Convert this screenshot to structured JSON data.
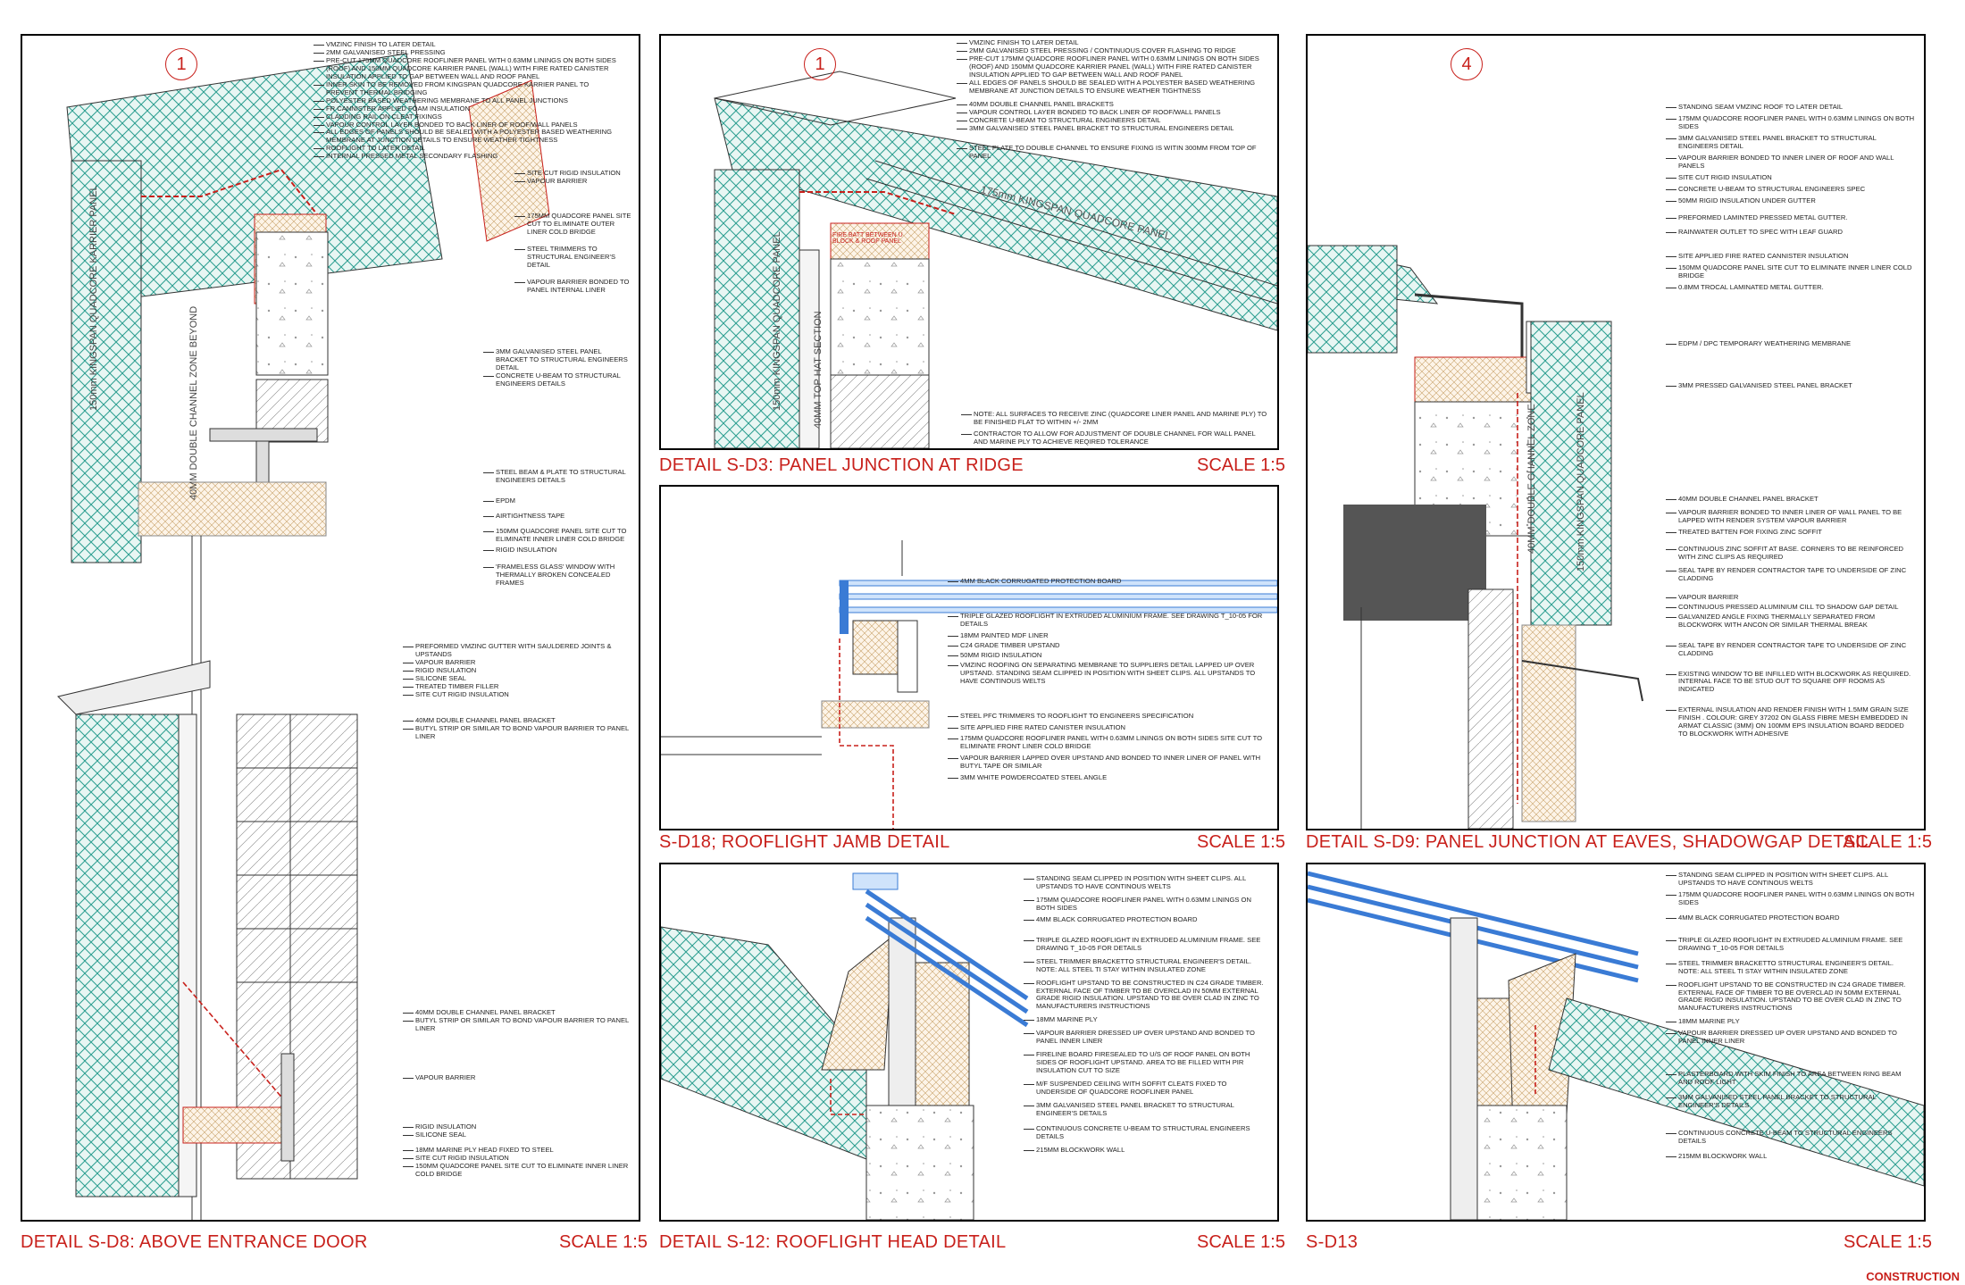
{
  "footer_stamp": "CONSTRUCTION",
  "panels": {
    "sd8": {
      "caption": "DETAIL S-D8: ABOVE ENTRANCE DOOR",
      "scale": "SCALE 1:5",
      "grid_ref": "1",
      "vertical_labels": [
        "150mm KINGSPAN QUADCORE KARRIER PANEL",
        "40MM DOUBLE CHANNEL ZONE BEYOND"
      ],
      "notes_top": [
        "VMZINC FINISH TO LATER DETAIL",
        "2MM GALVANISED STEEL PRESSING",
        "PRE-CUT 175mm QUADCORE ROOFLINER PANEL WITH 0.63mm LININGS ON BOTH SIDES (ROOF) AND 150MM QUADCORE KARRIER PANEL (WALL) WITH FIRE RATED CANISTER INSULATION APPLIED TO GAP BETWEEN WALL AND ROOF PANEL",
        "INNER SKIN TO BE REMOVED FROM KINGSPAN QUADCORE KARRIER PANEL TO PREVENT THERMAL BRIDGING",
        "POLYESTER BASED WEATHERING MEMBRANE TO ALL PANEL JUNCTIONS",
        "FR CANNISTER APPLIED FOAM INSULATION",
        "CLADDING RAIL ON CLEAT FIXINGS",
        "VAPOUR CONTROL LAYER BONDED TO BACK LINER OF ROOF/WALL PANELS",
        "ALL EDGES OF PANELS SHOULD BE SEALED WITH A POLYESTER BASED WEATHERING MEMBRANE AT JUNCTION DETAILS TO ENSURE WEATHER TIGHTNESS",
        "ROOFLIGHT TO LATER DETAIL",
        "INTERNAL PRESSED METAL SECONDARY FLASHING"
      ],
      "notes_right": [
        "SITE CUT RIGID INSULATION",
        "VAPOUR BARRIER",
        "175mm QUADCORE PANEL SITE CUT TO ELIMINATE OUTER LINER COLD BRIDGE",
        "STEEL TRIMMERS TO STRUCTURAL ENGINEER'S DETAIL",
        "VAPOUR BARRIER BONDED TO PANEL INTERNAL LINER"
      ],
      "notes_mid": [
        "3MM GALVANISED STEEL PANEL BRACKET TO STRUCTURAL ENGINEERS DETAIL",
        "CONCRETE U-BEAM TO STRUCTURAL ENGINEERS DETAILS",
        "STEEL BEAM & PLATE TO STRUCTURAL ENGINEERS DETAILS",
        "EPDM",
        "AIRTIGHTNESS TAPE",
        "150mm QUADCORE PANEL SITE CUT TO ELIMINATE INNER LINER COLD BRIDGE",
        "RIGID INSULATION",
        "'FRAMELESS GLASS' WINDOW WITH THERMALLY BROKEN CONCEALED FRAMES"
      ],
      "notes_lower": [
        "PREFORMED VMZINC GUTTER WITH SAULDERED JOINTS & UPSTANDS",
        "VAPOUR BARRIER",
        "RIGID INSULATION",
        "SILICONE SEAL",
        "TREATED TIMBER FILLER",
        "SITE CUT RIGID INSULATION",
        "40MM DOUBLE CHANNEL PANEL BRACKET",
        "BUTYL STRIP OR SIMILAR TO BOND VAPOUR BARRIER TO PANEL LINER"
      ],
      "notes_bottom": [
        "40MM DOUBLE CHANNEL PANEL BRACKET",
        "BUTYL STRIP OR SIMILAR TO BOND VAPOUR BARRIER TO PANEL LINER",
        "VAPOUR BARRIER",
        "RIGID INSULATION",
        "SILICONE SEAL",
        "18MM MARINE PLY HEAD FIXED TO STEEL",
        "SITE CUT RIGID INSULATION",
        "150mm QUADCORE PANEL SITE CUT TO ELIMINATE INNER LINER COLD BRIDGE"
      ]
    },
    "sd3": {
      "caption": "DETAIL S-D3: PANEL JUNCTION AT RIDGE",
      "scale": "SCALE 1:5",
      "grid_ref": "1",
      "vertical_labels": [
        "150mm KINGSPAN QUADCORE PANEL",
        "40MM TOP HAT SECTION"
      ],
      "panel_label": "175mm KINGSPAN QUADCORE PANEL",
      "fire_label": "FIRE BATT BETWEEN U BLOCK & ROOF PANEL",
      "notes": [
        "VMZINC FINISH TO LATER DETAIL",
        "2MM GALVANISED STEEL PRESSING / CONTINUOUS COVER FLASHING TO RIDGE",
        "PRE-CUT 175mm QUADCORE ROOFLINER PANEL WITH 0.63mm LININGS ON BOTH SIDES (ROOF) AND 150MM QUADCORE KARRIER PANEL (WALL) WITH FIRE RATED CANISTER INSULATION APPLIED TO GAP BETWEEN WALL AND ROOF PANEL",
        "ALL EDGES OF PANELS SHOULD BE SEALED WITH A POLYESTER BASED WEATHERING MEMBRANE AT JUNCTION DETAILS TO ENSURE WEATHER TIGHTNESS",
        "40MM DOUBLE CHANNEL PANEL BRACKETS",
        "VAPOUR CONTROL LAYER BONDED TO BACK LINER OF ROOF/WALL PANELS",
        "CONCRETE U-BEAM TO STRUCTURAL ENGINEERS DETAIL",
        "3MM GALVANISED STEEL PANEL BRACKET TO STRUCTURAL ENGINEERS DETAIL",
        "STEEL PLATE TO DOUBLE CHANNEL TO ENSURE FIXING IS WITIN 300mm FROM TOP OF PANEL"
      ],
      "note_bottom": [
        "NOTE: ALL SURFACES TO RECEIVE ZINC (QUADCORE LINER PANEL AND MARINE PLY) TO BE FINISHED FLAT TO WITHIN +/- 2MM",
        "CONTRACTOR TO ALLOW FOR ADJUSTMENT OF DOUBLE CHANNEL FOR WALL PANEL AND MARINE PLY TO ACHIEVE REQIRED TOLERANCE"
      ]
    },
    "sd18": {
      "caption": "S-D18; ROOFLIGHT JAMB DETAIL",
      "scale": "SCALE 1:5",
      "notes": [
        "4MM BLACK CORRUGATED PROTECTION BOARD",
        "TRIPLE GLAZED ROOFLIGHT IN EXTRUDED ALUMINIUM FRAME. SEE DRAWING T_10-05 FOR DETAILS",
        "18mm PAINTED MDF LINER",
        "C24 GRADE TIMBER UPSTAND",
        "50MM RIGID INSULATION",
        "VMZINC ROOFING ON SEPARATING MEMBRANE TO SUPPLIERS DETAIL LAPPED UP OVER UPSTAND. STANDING SEAM CLIPPED IN POSITION WITH SHEET CLIPS. ALL UPSTANDS TO HAVE CONTINOUS WELTS",
        "STEEL PFC TRIMMERS TO ROOFLIGHT TO ENGINEERS SPECIFICATION",
        "SITE APPLIED FIRE RATED CANISTER INSULATION",
        "175mm QUADCORE ROOFLINER PANEL WITH 0.63mm LININGS ON BOTH SIDES SITE CUT TO ELIMINATE FRONT LINER COLD BRIDGE",
        "VAPOUR BARRIER LAPPED OVER UPSTAND AND BONDED TO INNER LINER OF PANEL WITH BUTYL TAPE OR SIMILAR",
        "3MM WHITE POWDERCOATED STEEL ANGLE"
      ]
    },
    "s12": {
      "caption": "DETAIL S-12:  ROOFLIGHT HEAD DETAIL",
      "scale": "SCALE 1:5",
      "notes": [
        "STANDING SEAM CLIPPED IN POSITION WITH SHEET CLIPS. ALL UPSTANDS TO HAVE CONTINOUS WELTS",
        "175mm QUADCORE ROOFLINER PANEL WITH 0.63mm LININGS ON BOTH SIDES",
        "4MM BLACK CORRUGATED PROTECTION BOARD",
        "TRIPLE GLAZED ROOFLIGHT IN EXTRUDED ALUMINIUM FRAME. SEE DRAWING T_10-05 FOR DETAILS",
        "STEEL TRIMMER BRACKETTO STRUCTURAL ENGINEER'S DETAIL. NOTE: ALL STEEL TI STAY WITHIN INSULATED ZONE",
        "ROOFLIGHT UPSTAND TO BE CONSTRUCTED IN C24 GRADE TIMBER. EXTERNAL FACE OF TIMBER TO BE OVERCLAD IN 50MM EXTERNAL GRADE RIGID INSULATION. UPSTAND TO BE OVER CLAD IN ZINC TO MANUFACTURERS INSTRUCTIONS",
        "18MM MARINE PLY",
        "VAPOUR BARRIER DRESSED UP OVER UPSTAND AND BONDED TO PANEL INNER LINER",
        "FIRELINE BOARD FIRESEALED TO U/S OF ROOF PANEL ON BOTH SIDES OF ROOFLIGHT UPSTAND. AREA TO BE FILLED WITH PIR INSULATION CUT TO SIZE",
        "M/F SUSPENDED CEILING WITH SOFFIT CLEATS FIXED TO UNDERSIDE OF QUADCORE ROOFLINER PANEL",
        "3MM GALVANISED STEEL PANEL BRACKET TO STRUCTURAL ENGINEER'S DETAILS",
        "CONTINUOUS CONCRETE U-BEAM TO STRUCTURAL ENGINEERS DETAILS",
        "215mm BLOCKWORK WALL"
      ]
    },
    "sd9": {
      "caption": "DETAIL S-D9: PANEL JUNCTION AT EAVES, SHADOWGAP DETAIL",
      "scale": "SCALE 1:5",
      "grid_ref": "4",
      "vertical_labels": [
        "150mm KINGSPAN QUADCORE PANEL",
        "40MM DOUBLE CHANNEL ZONE"
      ],
      "notes": [
        "STANDING SEAM VMZINC ROOF TO LATER DETAIL",
        "175mm QUADCORE ROOFLINER PANEL WITH 0.63mm LININGS ON BOTH SIDES",
        "3MM GALVANISED STEEL PANEL BRACKET TO STRUCTURAL ENGINEERS DETAIL",
        "VAPOUR BARRIER BONDED TO INNER LINER OF ROOF AND WALL PANELS",
        "SITE CUT RIGID INSULATION",
        "CONCRETE U-BEAM TO STRUCTURAL ENGINEERS SPEC",
        "50MM RIGID INSULATION UNDER GUTTER",
        "PREFORMED LAMINTED PRESSED METAL GUTTER.",
        "RAINWATER OUTLET TO SPEC WITH LEAF GUARD",
        "SITE APPLIED FIRE RATED CANNISTER INSULATION",
        "150mm QUADCORE PANEL SITE CUT TO ELIMINATE INNER LINER COLD BRIDGE",
        "0.8mm TROCAL LAMINATED METAL GUTTER.",
        "EDPM / DPC TEMPORARY WEATHERING MEMBRANE",
        "3MM PRESSED GALVANISED STEEL PANEL BRACKET",
        "40MM DOUBLE CHANNEL PANEL BRACKET",
        "VAPOUR BARRIER BONDED TO INNER LINER OF WALL PANEL TO BE LAPPED WITH RENDER SYSTEM VAPOUR BARRIER",
        "TREATED BATTEN FOR FIXING ZINC SOFFIT",
        "CONTINUOUS ZINC SOFFIT AT BASE. CORNERS TO BE REINFORCED WITH ZINC CLIPS AS REQUIRED",
        "SEAL TAPE BY RENDER CONTRACTOR TAPE TO UNDERSIDE OF ZINC CLADDING",
        "VAPOUR BARRIER",
        "CONTINUOUS PRESSED ALUMINIUM CILL TO SHADOW GAP DETAIL",
        "GALVANIZED ANGLE FIXING THERMALLY SEPARATED FROM BLOCKWORK WITH ANCON OR SIMILAR THERMAL BREAK",
        "SEAL TAPE BY RENDER CONTRACTOR TAPE TO UNDERSIDE OF ZINC CLADDING",
        "EXISTING WINDOW TO BE INFILLED WITH BLOCKWORK AS REQUIRED. INTERNAL FACE TO BE STUD OUT TO SQUARE OFF ROOMS AS INDICATED",
        "EXTERNAL INSULATION AND RENDER FINISH WITH 1.5MM GRAIN SIZE FINISH . COLOUR: GREY 37202 ON GLASS FIBRE MESH EMBEDDED IN ARMAT CLASSIC (3mm) ON 100mm EPS INSULATION BOARD BEDDED TO BLOCKWORK WITH ADHESIVE"
      ]
    },
    "sd13": {
      "caption": "S-D13",
      "scale": "SCALE 1:5",
      "notes": [
        "STANDING SEAM CLIPPED IN POSITION WITH SHEET CLIPS. ALL UPSTANDS TO HAVE CONTINOUS WELTS",
        "175mm QUADCORE ROOFLINER PANEL WITH 0.63mm LININGS ON BOTH SIDES",
        "4MM BLACK CORRUGATED PROTECTION BOARD",
        "TRIPLE GLAZED ROOFLIGHT IN EXTRUDED ALUMINIUM FRAME. SEE DRAWING T_10-05 FOR DETAILS",
        "STEEL TRIMMER BRACKETTO STRUCTURAL ENGINEER'S DETAIL. NOTE: ALL STEEL TI STAY WITHIN INSULATED ZONE",
        "ROOFLIGHT UPSTAND TO BE CONSTRUCTED IN C24 GRADE TIMBER. EXTERNAL FACE OF TIMBER TO BE OVERCLAD IN 50MM EXTERNAL GRADE RIGID INSULATION. UPSTAND TO BE OVER CLAD IN ZINC TO MANUFACTURERS INSTRUCTIONS",
        "18MM MARINE PLY",
        "VAPOUR BARRIER DRESSED UP OVER UPSTAND AND BONDED TO PANEL INNER LINER",
        "PLASTERBOARD WITH SKIM FINISH TO AREA BETWEEN RING BEAM AND ROOF LIGHT",
        "3MM GALVANISED STEEL PANEL BRACKET TO STRUCTURAL ENGINEER'S DETAILS",
        "CONTINUOUS CONCRETE U-BEAM TO STRUCTURAL ENGINEERS DETAILS",
        "215mm BLOCKWORK WALL"
      ]
    }
  },
  "colors": {
    "caption": "#c8201b",
    "hatch": "#2a9d8f",
    "membrane": "#c8201b",
    "glazing": "#3a7bd5"
  }
}
